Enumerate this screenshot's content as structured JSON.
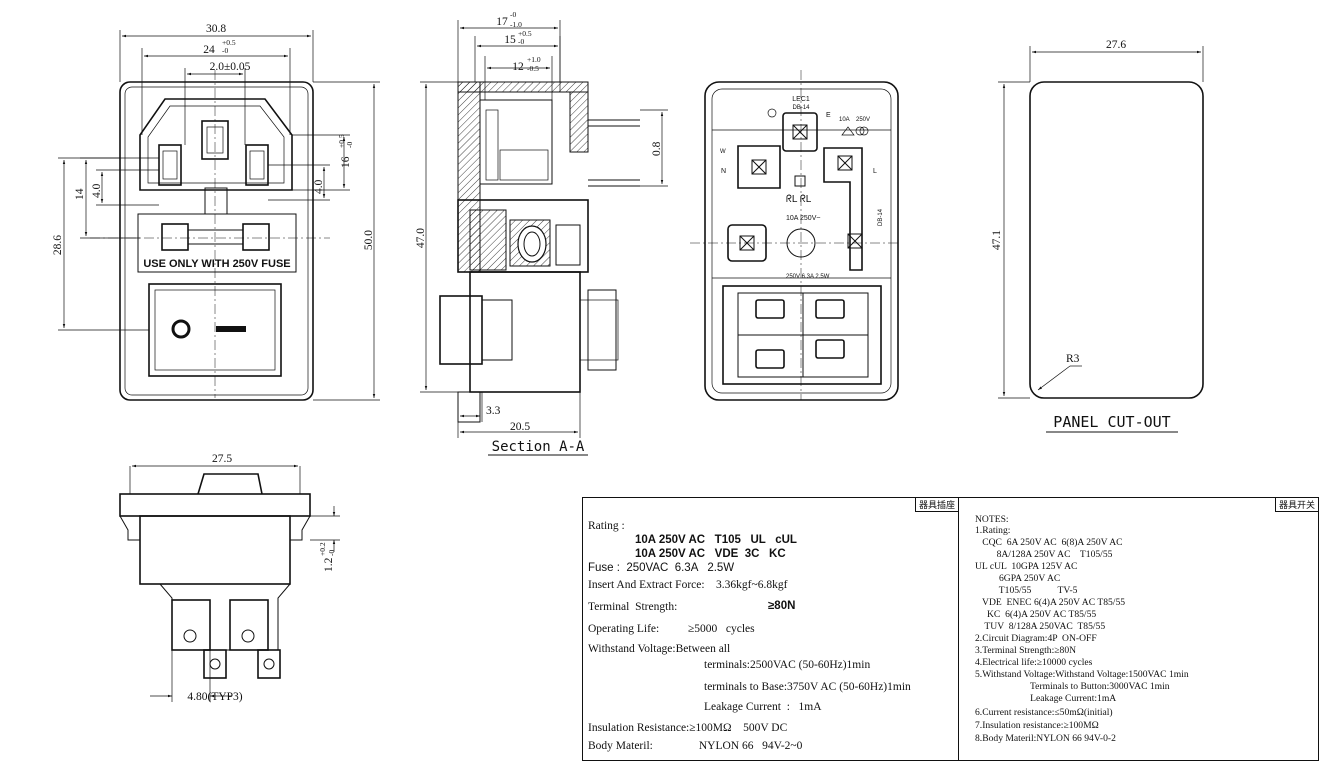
{
  "front": {
    "width_overall": "30.8",
    "width_inner": "24",
    "width_inner_tol": "+0.5",
    "width_inner_tol2": "-0",
    "pin_spacing": "2.0±0.05",
    "height_overall": "50.0",
    "height_upper": "28.6",
    "dim_14": "14",
    "dim_4_left": "4.0",
    "dim_4_right": "4.0",
    "dim_16": "16",
    "dim_16_tol": "+0.5",
    "dim_16_tol2": "-0",
    "fuse_label": "USE ONLY WITH 250V FUSE"
  },
  "section": {
    "dim_17": "17",
    "dim_17_tol": "-0",
    "dim_17_tol2": "-1.0",
    "dim_15": "15",
    "dim_15_tol": "+0.5",
    "dim_15_tol2": "-0",
    "dim_12": "12",
    "dim_12_tol": "+1.0",
    "dim_12_tol2": "-0.5",
    "dim_08": "0.8",
    "dim_47": "47.0",
    "dim_33": "3.3",
    "dim_205": "20.5",
    "title": "Section A-A"
  },
  "rear": {
    "label_lec": "LEC1",
    "label_db": "DB-14",
    "label_e": "E",
    "label_n": "N",
    "label_l": "L",
    "label_w": "W",
    "label_10a": "10A",
    "label_250v": "250V",
    "ul_text": "10A  250V~",
    "db14_side": "DB-14",
    "fuse_text": "250V  6.3A 2.5W"
  },
  "panel": {
    "width": "27.6",
    "height": "47.1",
    "radius": "R3",
    "title": "PANEL CUT-OUT"
  },
  "switch": {
    "width": "27.5",
    "dim_12": "1.2",
    "dim_12_tol": "+0.2",
    "dim_12_tol2": "-0",
    "typ": "4.80(TYP3)"
  },
  "spec_table": {
    "tag": "器具插座",
    "rating_label": "Rating :",
    "rating_line1": "10A 250V AC   T105   UL   cUL",
    "rating_line2": "10A 250V AC   VDE  3C   KC",
    "fuse": "Fuse :  250VAC  6.3A   2.5W",
    "insert_force": "Insert And Extract Force:    3.36kgf~6.8kgf",
    "terminal_strength_label": "Terminal  Strength:",
    "terminal_strength_value": "≥80N",
    "operating_life": "Operating Life:          ≥5000   cycles",
    "withstand_1": "Withstand Voltage:Between all",
    "withstand_2": "terminals:2500VAC (50-60Hz)1min",
    "withstand_3": "terminals to Base:3750V AC (50-60Hz)1min",
    "leakage": "Leakage Current  :   1mA",
    "insulation": "Insulation Resistance:≥100MΩ    500V DC",
    "body": "Body Materil:                NYLON 66   94V-2~0"
  },
  "notes_table": {
    "tag": "器具开关",
    "lines": [
      "NOTES:",
      "1.Rating:",
      "   CQC  6A 250V AC  6(8)A 250V AC",
      "         8A/128A 250V AC    T105/55",
      "UL cUL  10GPA 125V AC",
      "          6GPA 250V AC",
      "          T105/55           TV-5",
      "   VDE  ENEC 6(4)A 250V AC T85/55",
      "     KC  6(4)A 250V AC T85/55",
      "    TUV  8/128A 250VAC  T85/55",
      "2.Circuit Diagram:4P  ON-OFF",
      "3.Terminal Strength:≥80N",
      "4.Electrical life:≥10000 cycles",
      "5.Withstand Voltage:Withstand Voltage:1500VAC 1min",
      "                       Terminals to Button:3000VAC 1min",
      "                       Leakage Current:1mA",
      "6.Current resistance:≤50mΩ(initial)",
      "7.Insulation resistance:≥100MΩ",
      "8.Body Materil:NYLON 66 94V-0-2"
    ]
  }
}
